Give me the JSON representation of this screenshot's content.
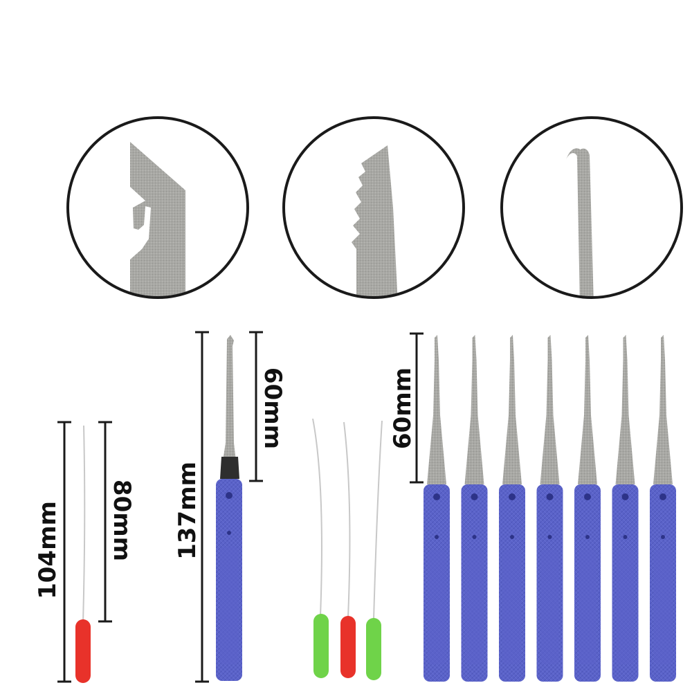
{
  "colors": {
    "background": "#ffffff",
    "handle_blue": "#5b63c9",
    "handle_blue_dark": "#3f47a8",
    "metal": "#a7a7a3",
    "metal_dark": "#6f6f6b",
    "tip_red": "#e8322a",
    "tip_green": "#6fd349",
    "outline": "#1a1a1a"
  },
  "dimensions": {
    "wire_total": "104mm",
    "wire_shaft": "80mm",
    "pick_total": "137mm",
    "pick_shaft": "60mm",
    "set_shaft": "60mm"
  },
  "closeups": [
    {
      "tip": "hook-notch"
    },
    {
      "tip": "serrated"
    },
    {
      "tip": "curved-hook"
    }
  ],
  "picks": {
    "set_count": 7
  }
}
